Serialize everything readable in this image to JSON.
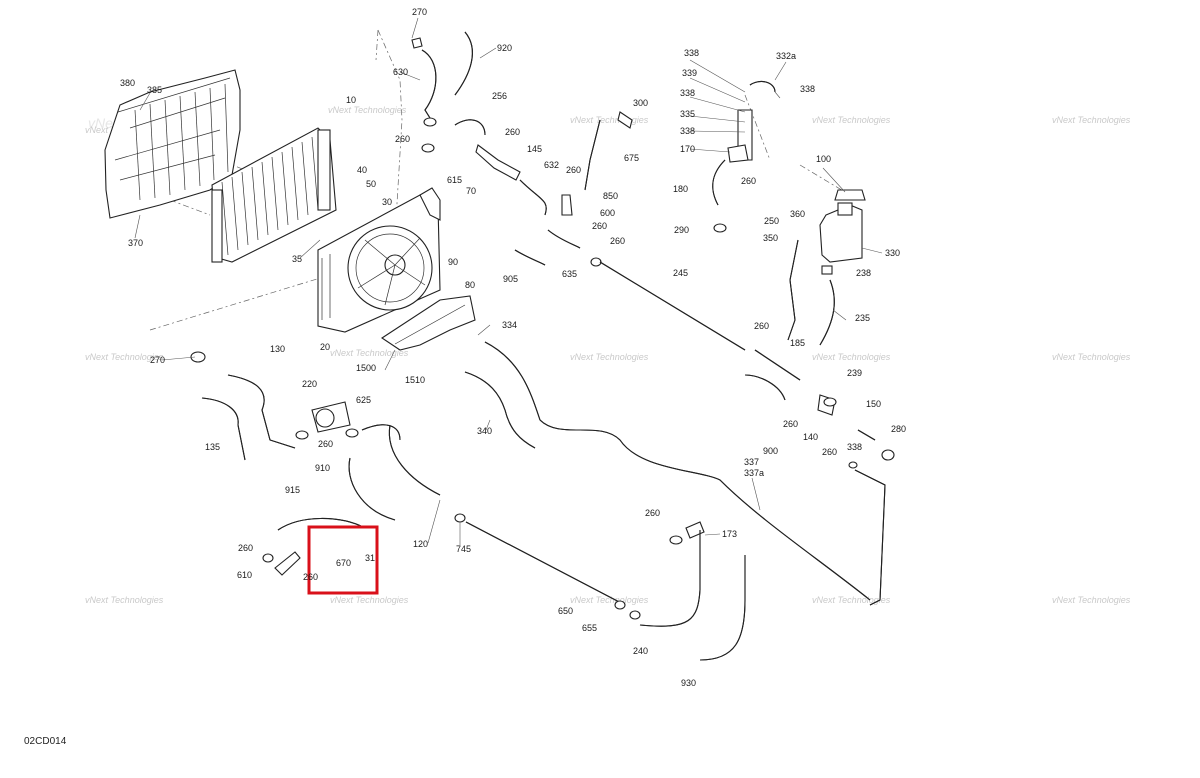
{
  "document_code": "02CD014",
  "watermark": "vNext Technologies",
  "highlight_color": "#d9101a",
  "labels": {
    "p270a": "270",
    "p920": "920",
    "p630": "630",
    "p10": "10",
    "p256": "256",
    "p380": "380",
    "p385": "385",
    "p260a": "260",
    "p260b": "260",
    "p145": "145",
    "p300": "300",
    "p615": "615",
    "p632": "632",
    "p675": "675",
    "p260c": "260",
    "p40": "40",
    "p50": "50",
    "p70": "70",
    "p850": "850",
    "p600": "600",
    "p30": "30",
    "p260d": "260",
    "p260e": "260",
    "p370": "370",
    "p35": "35",
    "p90": "90",
    "p80": "80",
    "p905": "905",
    "p635": "635",
    "p245": "245",
    "p334": "334",
    "p20": "20",
    "p1500": "1500",
    "p1510": "1510",
    "p270b": "270",
    "p130": "130",
    "p220": "220",
    "p625": "625",
    "p135": "135",
    "p260f": "260",
    "p340": "340",
    "p910": "910",
    "p915": "915",
    "p120": "120",
    "p745": "745",
    "p260g": "260",
    "p610": "610",
    "p670": "670",
    "p31": "31",
    "p260h": "260",
    "p650": "650",
    "p655": "655",
    "p260i": "260",
    "p173": "173",
    "p240": "240",
    "p930": "930",
    "p338a": "338",
    "p332a": "332a",
    "p339": "339",
    "p338b": "338",
    "p338c": "338",
    "p335": "335",
    "p338d": "338",
    "p170": "170",
    "p260j": "260",
    "p180": "180",
    "p100": "100",
    "p290": "290",
    "p250": "250",
    "p360": "360",
    "p350": "350",
    "p330": "330",
    "p238": "238",
    "p235": "235",
    "p260k": "260",
    "p185": "185",
    "p239": "239",
    "p150": "150",
    "p280": "280",
    "p260l": "260",
    "p900": "900",
    "p140": "140",
    "p260m": "260",
    "p338e": "338",
    "p337": "337",
    "p337a": "337a"
  }
}
